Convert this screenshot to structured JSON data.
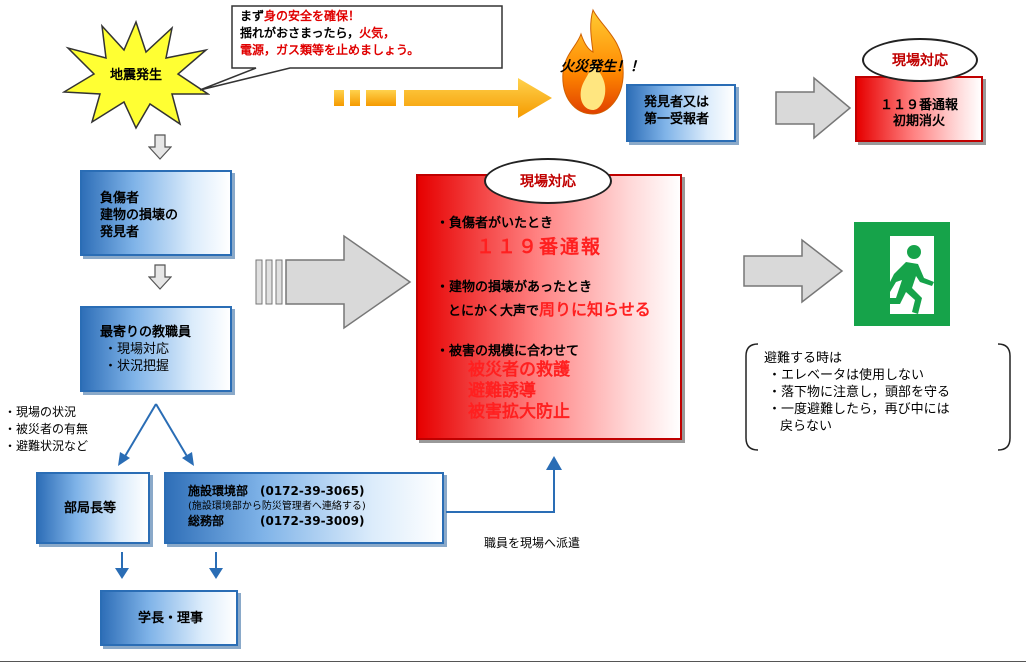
{
  "earthquake": {
    "label": "地震発生"
  },
  "callout": {
    "line1_prefix": "まず",
    "line1_red": "身の安全を確保！",
    "line2_black": "揺れがおさまったら，",
    "line2_red": "火気，",
    "line3_red": "電源，ガス類等を止めましょう。"
  },
  "fire": {
    "label": "火災発生！！"
  },
  "discoverer": {
    "line1": "発見者又は",
    "line2": "第一受報者"
  },
  "top_response": {
    "badge": "現場対応",
    "line1": "１１９番通報",
    "line2": "初期消火"
  },
  "injured_box": {
    "line1": "負傷者",
    "line2": "建物の損壊の",
    "line3": "発見者"
  },
  "staff_box": {
    "title": "最寄りの教職員",
    "item1": "・現場対応",
    "item2": "・状況把握"
  },
  "status_list": {
    "item1": "・現場の状況",
    "item2": "・被災者の有無",
    "item3": "・避難状況など"
  },
  "dept_head": {
    "label": "部局長等"
  },
  "facilities": {
    "line1": "施設環境部　(0172-39-3065)",
    "line2": "(施設環境部から防災管理者へ連絡する)",
    "line3": "総務部　　　(0172-39-3009)"
  },
  "president": {
    "label": "学長・理事"
  },
  "dispatch": {
    "label": "職員を現場へ派遣"
  },
  "main_response": {
    "badge": "現場対応",
    "case1": "・負傷者がいたとき",
    "case1_action": "１１９番通報",
    "case2": "・建物の損壊があったとき",
    "case2_prefix": "とにかく大声で",
    "case2_action": "周りに知らせる",
    "case3": "・被害の規模に合わせて",
    "case3_action1": "被災者の救護",
    "case3_action2": "避難誘導",
    "case3_action3": "被害拡大防止"
  },
  "evacuation": {
    "title": "避難する時は",
    "item1": "・エレベータは使用しない",
    "item2": "・落下物に注意し，頭部を守る",
    "item3": "・一度避難したら，再び中には",
    "item3b": "戻らない"
  },
  "colors": {
    "blue": "#2a6db5",
    "red": "#e00000",
    "orange": "#f5a300",
    "exit_green": "#16a34a"
  },
  "icons": [
    "starburst-icon",
    "flame-icon",
    "exit-sign-icon",
    "arrow-right-icon",
    "arrow-down-icon"
  ]
}
